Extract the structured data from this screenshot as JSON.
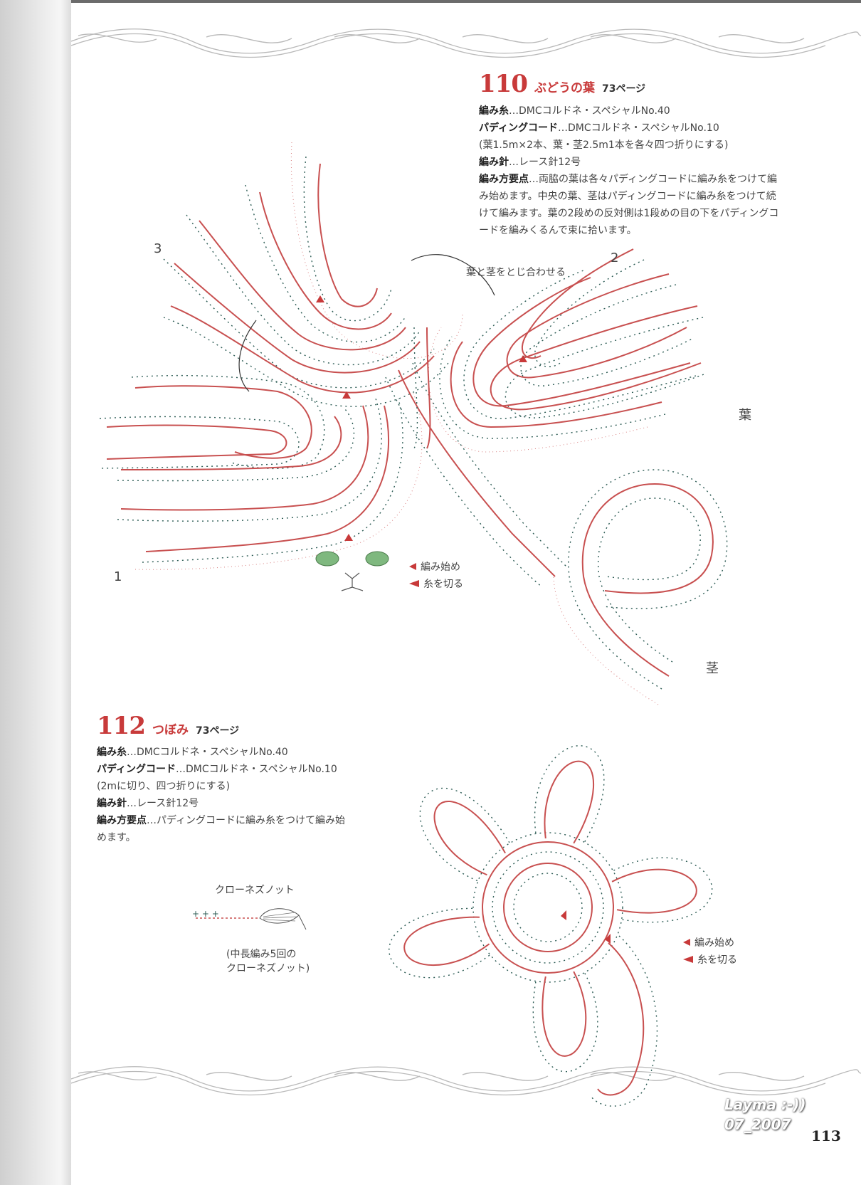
{
  "page": {
    "number": "113",
    "watermark_line1": "Layma :-))",
    "watermark_line2": "07_2007"
  },
  "pattern_110": {
    "number": "110",
    "name": "ぶどうの葉",
    "page_ref": "73ページ",
    "yarn_label": "編み糸",
    "yarn_value": "…DMCコルドネ・スペシャルNo.40",
    "cord_label": "パディングコード",
    "cord_value": "…DMCコルドネ・スペシャルNo.10",
    "cord_note": "(葉1.5m×2本、葉・茎2.5m1本を各々四つ折りにする)",
    "hook_label": "編み針",
    "hook_value": "…レース針12号",
    "method_label": "編み方要点",
    "method_line1": "…両脇の葉は各々パディングコードに編み糸をつけて編",
    "method_line2": "み始めます。中央の葉、茎はパディングコードに編み糸をつけて続",
    "method_line3": "けて編みます。葉の2段めの反対側は1段めの目の下をパディングコ",
    "method_line4": "ードを編みくるんで束に拾います。",
    "join_note": "葉と茎をとじ合わせる",
    "label_1": "1",
    "label_2": "2",
    "label_3": "3",
    "label_leaf": "葉",
    "label_stem": "茎",
    "legend_start": "編み始め",
    "legend_cut": "糸を切る"
  },
  "pattern_112": {
    "number": "112",
    "name": "つぼみ",
    "page_ref": "73ページ",
    "yarn_label": "編み糸",
    "yarn_value": "…DMCコルドネ・スペシャルNo.40",
    "cord_label": "パディングコード",
    "cord_value": "…DMCコルドネ・スペシャルNo.10",
    "cord_note": "(2mに切り、四つ折りにする)",
    "hook_label": "編み針",
    "hook_value": "…レース針12号",
    "method_label": "編み方要点",
    "method_line1": "…パディングコードに編み糸をつけて編み始",
    "method_line2": "めます。",
    "clones_title": "クローネズノット",
    "clones_note1": "(中長編み5回の",
    "clones_note2": "クローネズノット)",
    "legend_start": "編み始め",
    "legend_cut": "糸を切る"
  }
}
